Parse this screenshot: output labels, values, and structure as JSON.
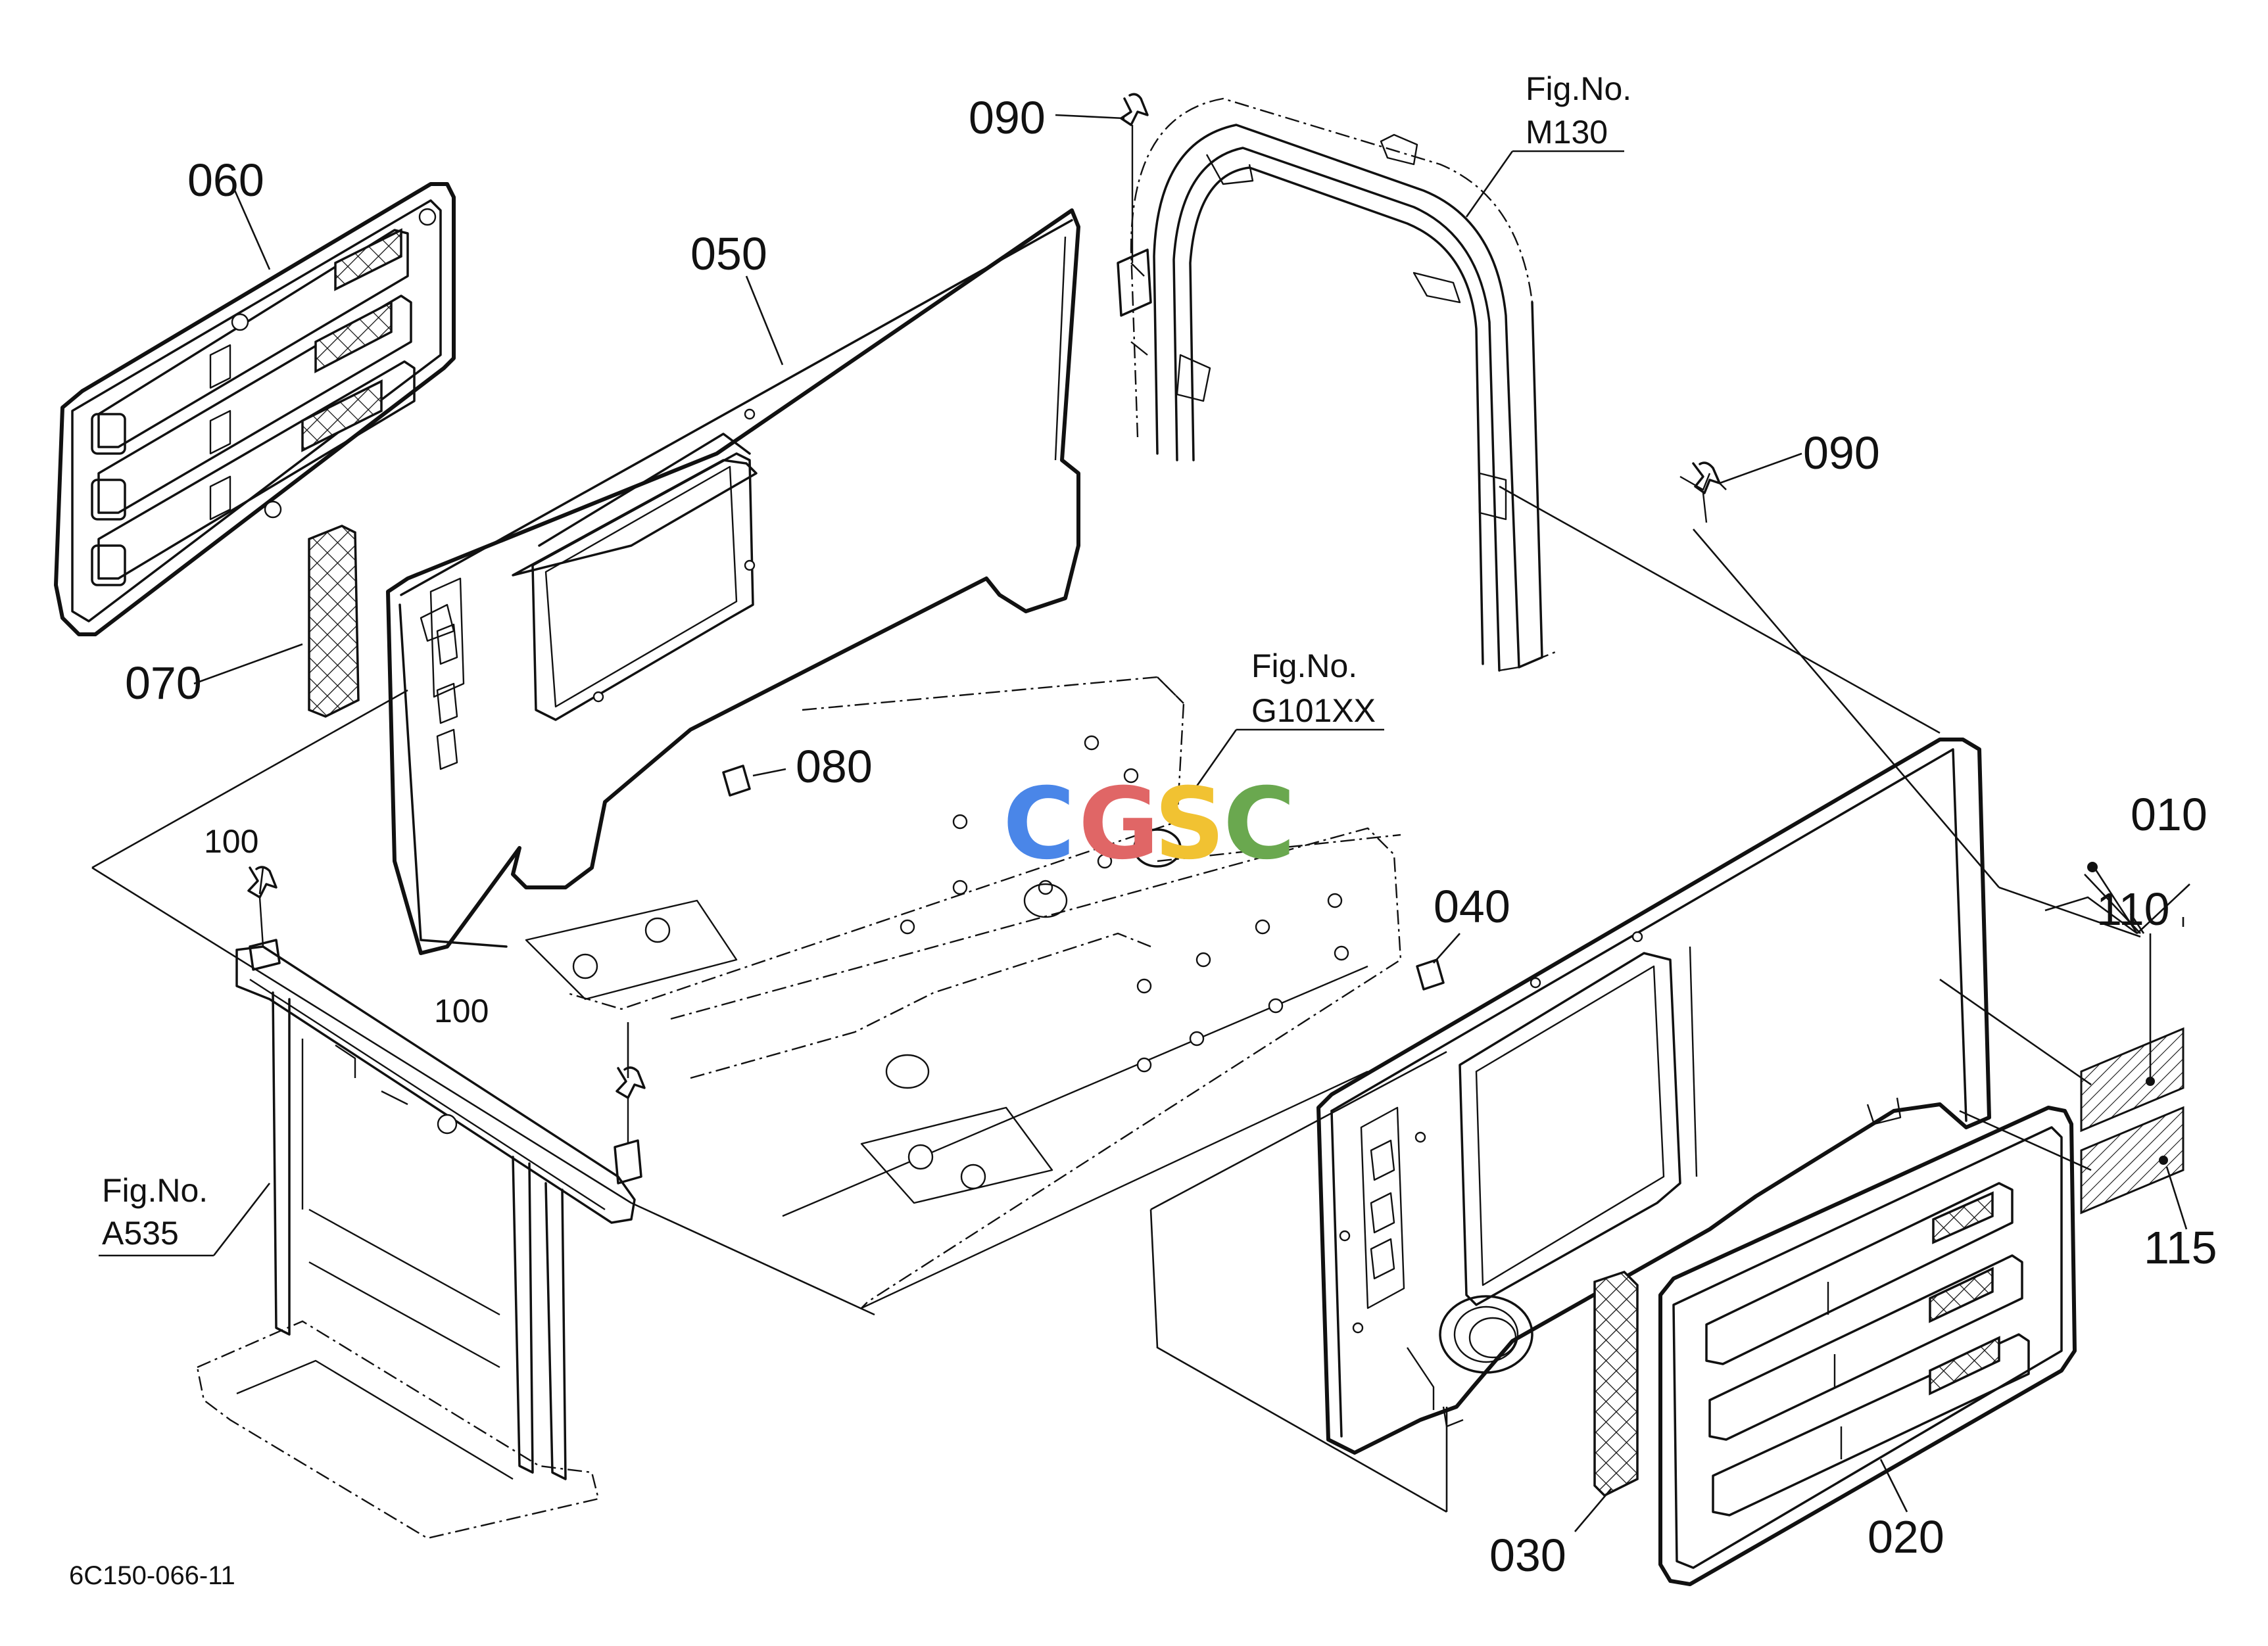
{
  "parts": [
    {
      "id": "010",
      "label": "010"
    },
    {
      "id": "020",
      "label": "020"
    },
    {
      "id": "030",
      "label": "030"
    },
    {
      "id": "040",
      "label": "040"
    },
    {
      "id": "050",
      "label": "050"
    },
    {
      "id": "060",
      "label": "060"
    },
    {
      "id": "070",
      "label": "070"
    },
    {
      "id": "080",
      "label": "080"
    },
    {
      "id": "090a",
      "label": "090"
    },
    {
      "id": "090b",
      "label": "090"
    },
    {
      "id": "100a",
      "label": "100"
    },
    {
      "id": "100b",
      "label": "100"
    },
    {
      "id": "110",
      "label": "110"
    },
    {
      "id": "115",
      "label": "115"
    }
  ],
  "figure_refs": [
    {
      "line1": "Fig.No.",
      "line2": "M130"
    },
    {
      "line1": "Fig.No.",
      "line2": "G101XX"
    },
    {
      "line1": "Fig.No.",
      "line2": "A535"
    }
  ],
  "drawing_code": "6C150-066-11",
  "watermark": {
    "letters": [
      "C",
      "G",
      "S",
      "C"
    ],
    "colors": [
      "#4a86e8",
      "#e06666",
      "#f1c232",
      "#6aa84f"
    ]
  }
}
